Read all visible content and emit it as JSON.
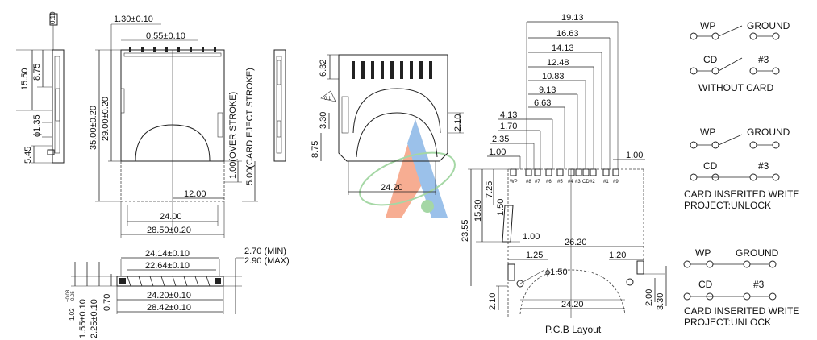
{
  "dims_left": {
    "thickness": "0.10",
    "h15_50": "15.50",
    "h8_75": "8.75",
    "phi1_35": "ϕ1.35",
    "h5_45": "5.45",
    "w1_30": "1.30±0.10",
    "w0_55": "0.55±0.10",
    "h35_00": "35.00±0.20",
    "h29_00": "29.00±0.20",
    "over_stroke": "1.00(OVER STROKE)",
    "eject_stroke": "5.00(CARD EJECT STROKE)",
    "w12_00": "12.00",
    "w24_00": "24.00",
    "w28_50": "28.50±0.20"
  },
  "dims_bottom": {
    "w24_14": "24.14±0.10",
    "w22_64": "22.64±0.10",
    "w24_20": "24.20±0.10",
    "w28_42": "28.42±0.10",
    "min_h": "2.70 (MIN)",
    "max_h": "2.90 (MAX)",
    "v1_02": "1.02",
    "v1_02_tol_top": "+0.03",
    "v1_02_tol_bot": "-0.05",
    "v1_55": "1.55±0.10",
    "v2_25": "2.25±0.10",
    "v0_70": "0.70"
  },
  "dims_iso": {
    "h6_32": "6.32",
    "h3_30": "3.30",
    "h8_75": "8.75",
    "h2_10": "2.10",
    "w24_20": "24.20",
    "marker": "0.1"
  },
  "pcb": {
    "top_dims": [
      "19.13",
      "16.63",
      "14.13",
      "12.48",
      "10.83",
      "9.13",
      "6.63",
      "4.13",
      "1.70",
      "2.35",
      "1.00"
    ],
    "right_1_00": "1.00",
    "pin_labels": [
      "WP",
      "#8",
      "#7",
      "#6",
      "#5",
      "#4",
      "#3",
      "CD",
      "#2",
      "#1",
      "#9"
    ],
    "v7_25": "7.25",
    "v15_30": "15.30",
    "v1_50": "1.50",
    "v23_55": "23.55",
    "h1_00": "1.00",
    "w26_20": "26.20",
    "w1_25": "1.25",
    "w1_20": "1.20",
    "phi1_50": "ϕ1.50",
    "v2_10": "2.10",
    "w24_20": "24.20",
    "v2_00": "2.00",
    "v3_30": "3.30",
    "caption": "P.C.B Layout"
  },
  "switches": [
    {
      "left": "WP",
      "right": "GROUND",
      "left2": "CD",
      "right2": "#3",
      "caption": [
        "WITHOUT  CARD"
      ]
    },
    {
      "left": "WP",
      "right": "GROUND",
      "left2": "CD",
      "right2": "#3",
      "caption": [
        "CARD INSERITED WRITE",
        "PROJECT:UNLOCK"
      ]
    },
    {
      "left": "WP",
      "right": "GROUND",
      "left2": "CD",
      "right2": "#3",
      "caption": [
        "CARD INSERITED WRITE",
        "PROJECT:UNLOCK"
      ]
    }
  ],
  "colors": {
    "line": "#222222",
    "watermark_orange": "#f26b3a",
    "watermark_blue": "#4a90d9",
    "watermark_green": "#5cb85c"
  }
}
